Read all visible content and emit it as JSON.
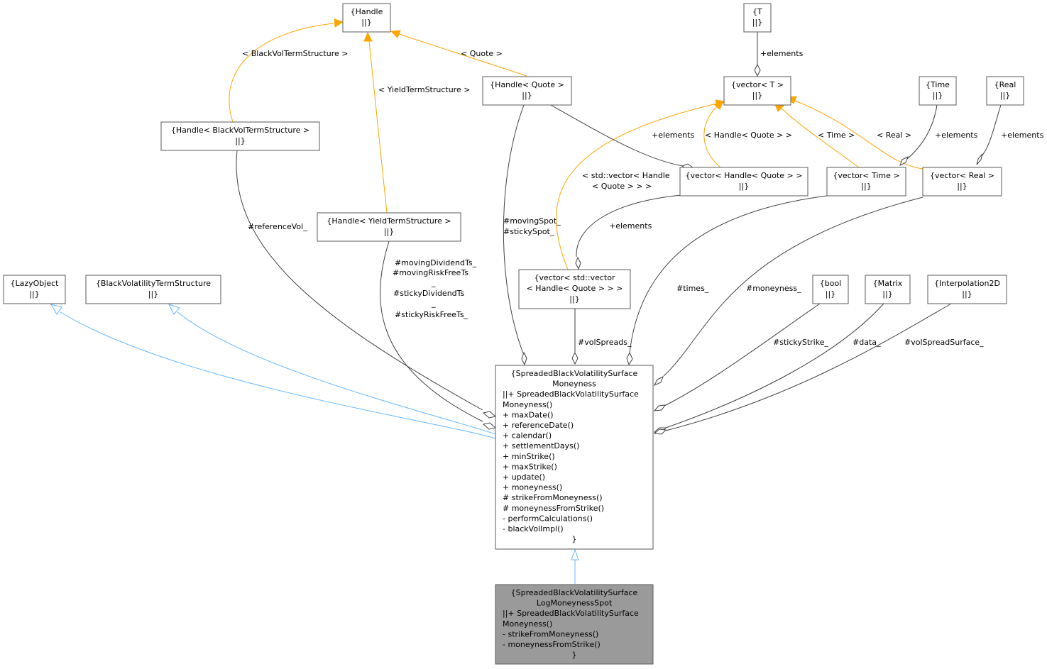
{
  "nodes": {
    "handle": [
      "{Handle",
      "||}"
    ],
    "handle_bvts": [
      "{Handle< BlackVolTermStructure >",
      "||}"
    ],
    "handle_yts": [
      "{Handle< YieldTermStructure >",
      "||}"
    ],
    "handle_quote": [
      "{Handle< Quote >",
      "||}"
    ],
    "T": [
      "{T",
      "||}"
    ],
    "vector_T": [
      "{vector< T >",
      "||}"
    ],
    "Time": [
      "{Time",
      "||}"
    ],
    "Real": [
      "{Real",
      "||}"
    ],
    "vector_handle_quote": [
      "{vector< Handle< Quote > >",
      "||}"
    ],
    "vector_time": [
      "{vector< Time >",
      "||}"
    ],
    "vector_real": [
      "{vector< Real >",
      "||}"
    ],
    "vector_vector": [
      "{vector< std::vector",
      "< Handle< Quote > > >",
      "||}"
    ],
    "lazyobject": [
      "{LazyObject",
      "||}"
    ],
    "bvts": [
      "{BlackVolatilityTermStructure",
      "||}"
    ],
    "bool": [
      "{bool",
      "||}"
    ],
    "matrix": [
      "{Matrix",
      "||}"
    ],
    "interp2d": [
      "{Interpolation2D",
      "||}"
    ],
    "moneyness": [
      "{SpreadedBlackVolatilitySurface",
      "Moneyness",
      "||+ SpreadedBlackVolatilitySurface",
      "Moneyness()",
      "+ maxDate()",
      "+ referenceDate()",
      "+ calendar()",
      "+ settlementDays()",
      "+ minStrike()",
      "+ maxStrike()",
      "+ update()",
      "+ moneyness()",
      "# strikeFromMoneyness()",
      "# moneynessFromStrike()",
      "- performCalculations()",
      "- blackVolImpl()",
      "}"
    ],
    "logspot": [
      "{SpreadedBlackVolatilitySurface",
      "LogMoneynessSpot",
      "||+ SpreadedBlackVolatilitySurface",
      "Moneyness()",
      "- strikeFromMoneyness()",
      "- moneynessFromStrike()",
      "}"
    ]
  },
  "edge_labels": {
    "bvts_tpl": "< BlackVolTermStructure >",
    "yts_tpl": "< YieldTermStructure >",
    "quote_tpl": "< Quote >",
    "t_elements": "+elements",
    "hq_elements": "+elements",
    "hq_tpl": "< Handle< Quote > >",
    "time_tpl": "< Time >",
    "real_tpl": "< Real >",
    "time_elements": "+elements",
    "real_elements": "+elements",
    "vv_tpl": [
      "< std::vector< Handle",
      "< Quote > > >"
    ],
    "vv_elements": "+elements",
    "reference_vol": "#referenceVol_",
    "spot": [
      "#movingSpot_",
      "#stickySpot_"
    ],
    "yts_members": [
      "#movingDividendTs_",
      "#movingRiskFreeTs",
      "_",
      "#stickyDividendTs",
      "_",
      "#stickyRiskFreeTs_"
    ],
    "vol_spreads": "#volSpreads_",
    "times": "#times_",
    "moneyness_member": "#moneyness_",
    "sticky_strike": "#stickyStrike_",
    "data": "#data_",
    "vol_spread_surface": "#volSpreadSurface_"
  }
}
